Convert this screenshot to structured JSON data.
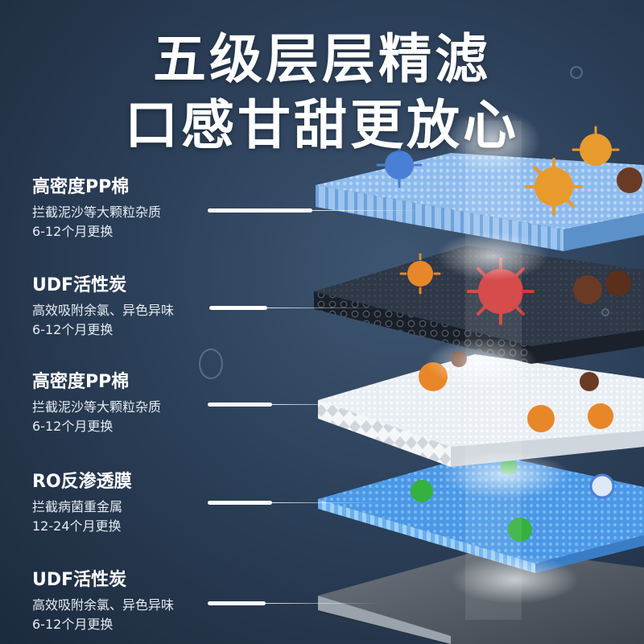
{
  "headline": {
    "line1": "五级层层精滤",
    "line2": "口感甘甜更放心"
  },
  "layers": [
    {
      "name": "高密度PP棉",
      "desc": "拦截泥沙等大颗粒杂质",
      "life": "6-12个月更换"
    },
    {
      "name": "UDF活性炭",
      "desc": "高效吸附余氯、异色异味",
      "life": "6-12个月更换"
    },
    {
      "name": "高密度PP棉",
      "desc": "拦截泥沙等大颗粒杂质",
      "life": "6-12个月更换"
    },
    {
      "name": "RO反渗透膜",
      "desc": "拦截病菌重金属",
      "life": "12-24个月更换"
    },
    {
      "name": "UDF活性炭",
      "desc": "高效吸附余氯、异色异味",
      "life": "6-12个月更换"
    }
  ],
  "colors": {
    "pp_layer": "#7fb2e8",
    "carbon_layer": "#2b3440",
    "white_layer": "#e8edf2",
    "ro_layer": "#3f8fe0",
    "steel_layer": "#545c66",
    "germ_orange": "#e89a2c",
    "germ_red": "#d23a3a",
    "germ_blue": "#4a7fd6",
    "germ_green": "#34b13e"
  }
}
